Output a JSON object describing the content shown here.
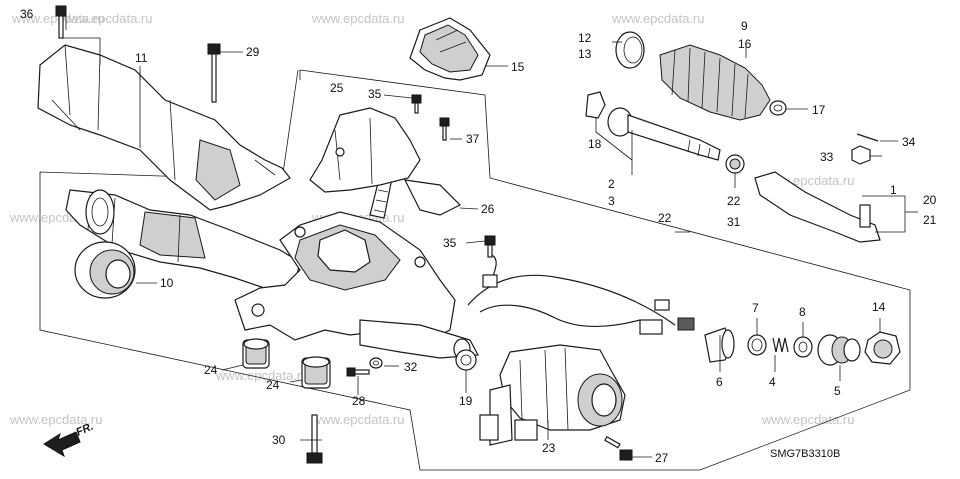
{
  "watermark": "www.epcdata.ru",
  "diagram_code": "SMG7B3310B",
  "direction_label": "FR.",
  "callouts": {
    "c1": "1",
    "c2": "2",
    "c3": "3",
    "c4": "4",
    "c5": "5",
    "c6": "6",
    "c7": "7",
    "c8": "8",
    "c9": "9",
    "c10": "10",
    "c11": "11",
    "c12": "12",
    "c13": "13",
    "c14": "14",
    "c15": "15",
    "c16": "16",
    "c17": "17",
    "c18": "18",
    "c19": "19",
    "c20": "20",
    "c21": "21",
    "c22a": "22",
    "c22b": "22",
    "c23": "23",
    "c24a": "24",
    "c24b": "24",
    "c25": "25",
    "c26": "26",
    "c27": "27",
    "c28": "28",
    "c29": "29",
    "c30": "30",
    "c31": "31",
    "c32": "32",
    "c33": "33",
    "c34": "34",
    "c35a": "35",
    "c35b": "35",
    "c36": "36",
    "c37": "37"
  }
}
